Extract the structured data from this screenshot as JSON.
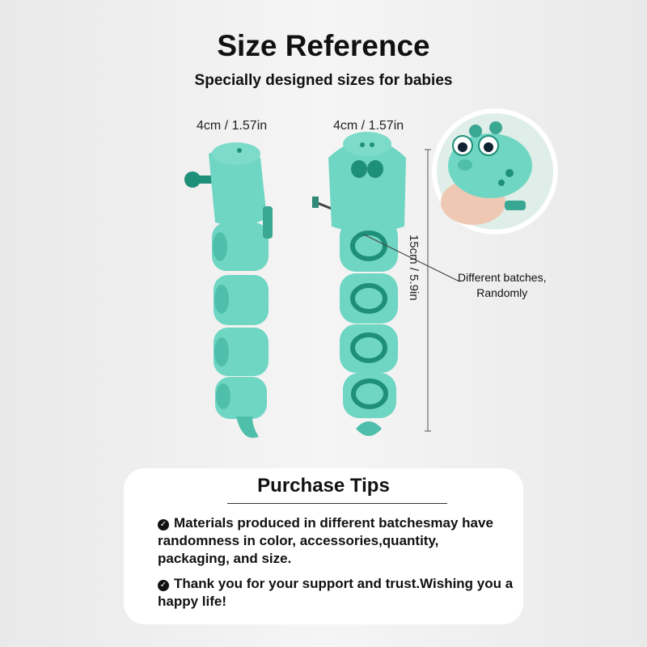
{
  "header": {
    "title": "Size Reference",
    "subtitle": "Specially designed sizes for babies"
  },
  "dimensions": {
    "width_left": "4cm / 1.57in",
    "width_right": "4cm / 1.57in",
    "height": "15cm / 5.9in"
  },
  "callout": {
    "line1": "Different batches,",
    "line2": "Randomly"
  },
  "tips": {
    "title": "Purchase Tips",
    "items": [
      "Materials produced in different batchesmay have randomness in color, accessories,quantity, packaging, and size.",
      "Thank you for your support and trust.Wishing you a happy life!"
    ]
  },
  "colors": {
    "toy_body": "#6fd6c3",
    "toy_shade": "#4fbfab",
    "toy_dark": "#1e8f78",
    "background": "#ebebeb",
    "card": "#ffffff"
  },
  "icons": [
    "check-circle-icon"
  ]
}
